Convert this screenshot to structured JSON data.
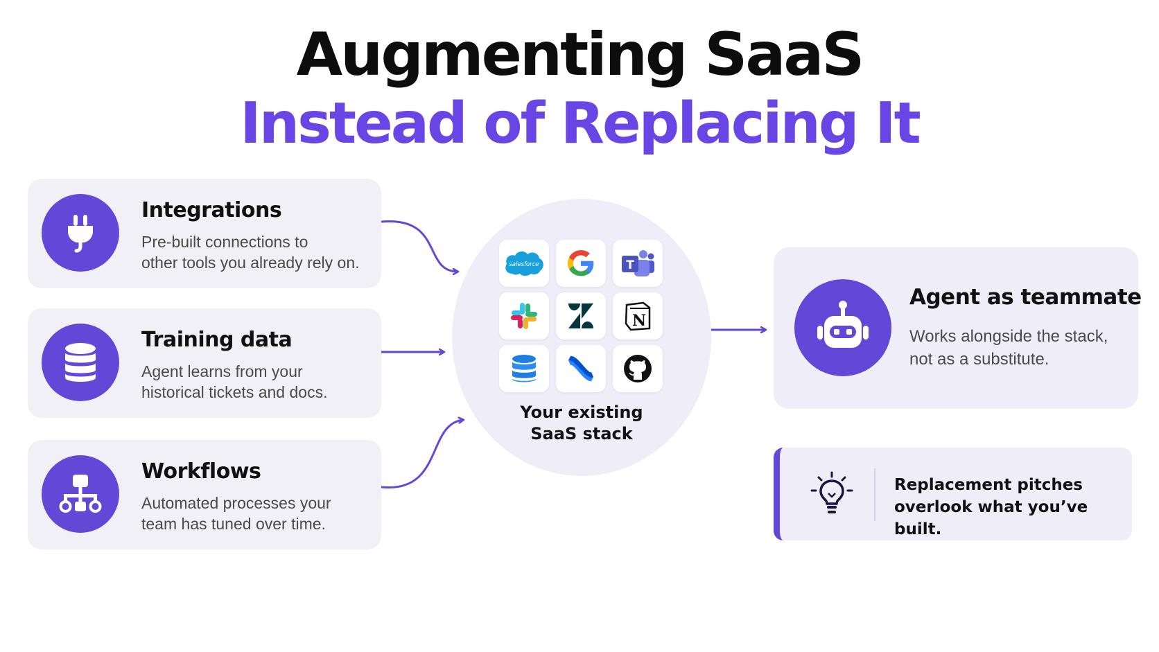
{
  "title": {
    "line1": "Augmenting SaaS",
    "line2": "Instead of Replacing It"
  },
  "inputs": [
    {
      "title": "Integrations",
      "description": "Pre-built connections to\nother tools you already rely on.",
      "icon": "plug-icon"
    },
    {
      "title": "Training data",
      "description": "Agent learns from your\nhistorical tickets and docs.",
      "icon": "database-icon"
    },
    {
      "title": "Workflows",
      "description": "Automated processes your\nteam has tuned over time.",
      "icon": "workflow-icon"
    }
  ],
  "hub": {
    "label": "Your existing\nSaaS stack",
    "logos": [
      {
        "name": "salesforce-logo",
        "text": "salesforce"
      },
      {
        "name": "google-logo",
        "text": "G"
      },
      {
        "name": "teams-logo",
        "text": "T"
      },
      {
        "name": "slack-logo"
      },
      {
        "name": "zendesk-logo"
      },
      {
        "name": "notion-logo",
        "text": "N"
      },
      {
        "name": "database-logo"
      },
      {
        "name": "confluence-logo"
      },
      {
        "name": "github-logo"
      }
    ]
  },
  "agent": {
    "title": "Agent as teammate",
    "description": "Works alongside the stack,\nnot as a substitute.",
    "icon": "robot-icon"
  },
  "note": {
    "text": "Replacement pitches\noverlook what you’ve built.",
    "icon": "lightbulb-icon"
  },
  "colors": {
    "accent": "#6347d6",
    "title_accent": "#6a45e6",
    "card_bg": "#f1f0f6",
    "hub_bg": "#efedf8"
  }
}
